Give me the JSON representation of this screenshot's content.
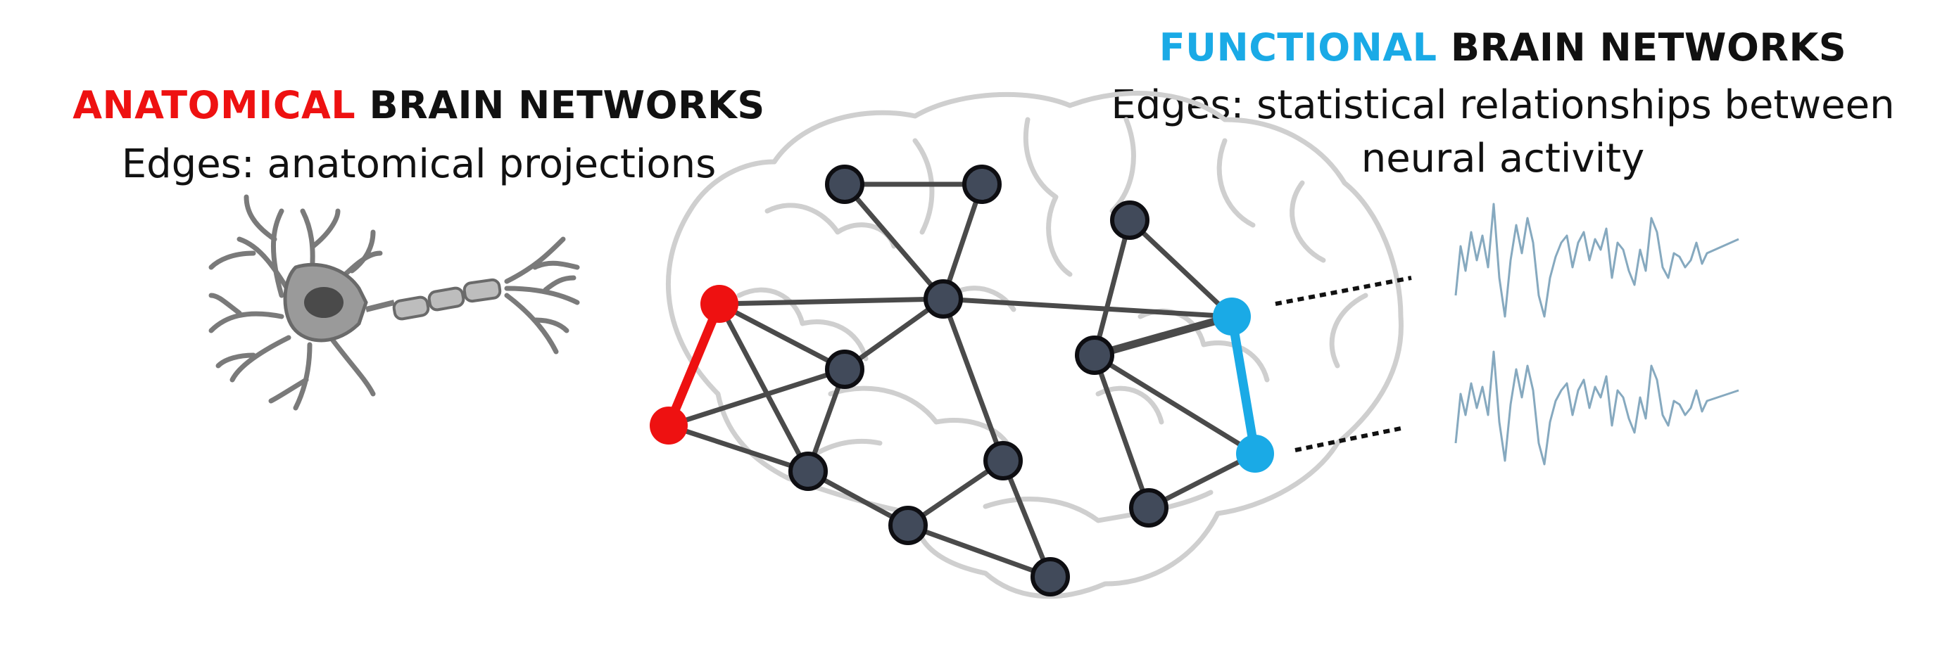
{
  "anatomical": {
    "highlight": "ANATOMICAL",
    "rest": " BRAIN NETWORKS",
    "subtitle": "Edges: anatomical projections",
    "color": "#ee1111"
  },
  "functional": {
    "highlight": "FUNCTIONAL",
    "rest": " BRAIN NETWORKS",
    "subtitle_line1": "Edges: statistical relationships between",
    "subtitle_line2": "neural activity",
    "color": "#1aaae6"
  },
  "network": {
    "node_color": "#414a5a",
    "edge_color": "#4a4a4a"
  },
  "icons": [
    "neuron-icon",
    "brain-outline",
    "signal-trace"
  ]
}
